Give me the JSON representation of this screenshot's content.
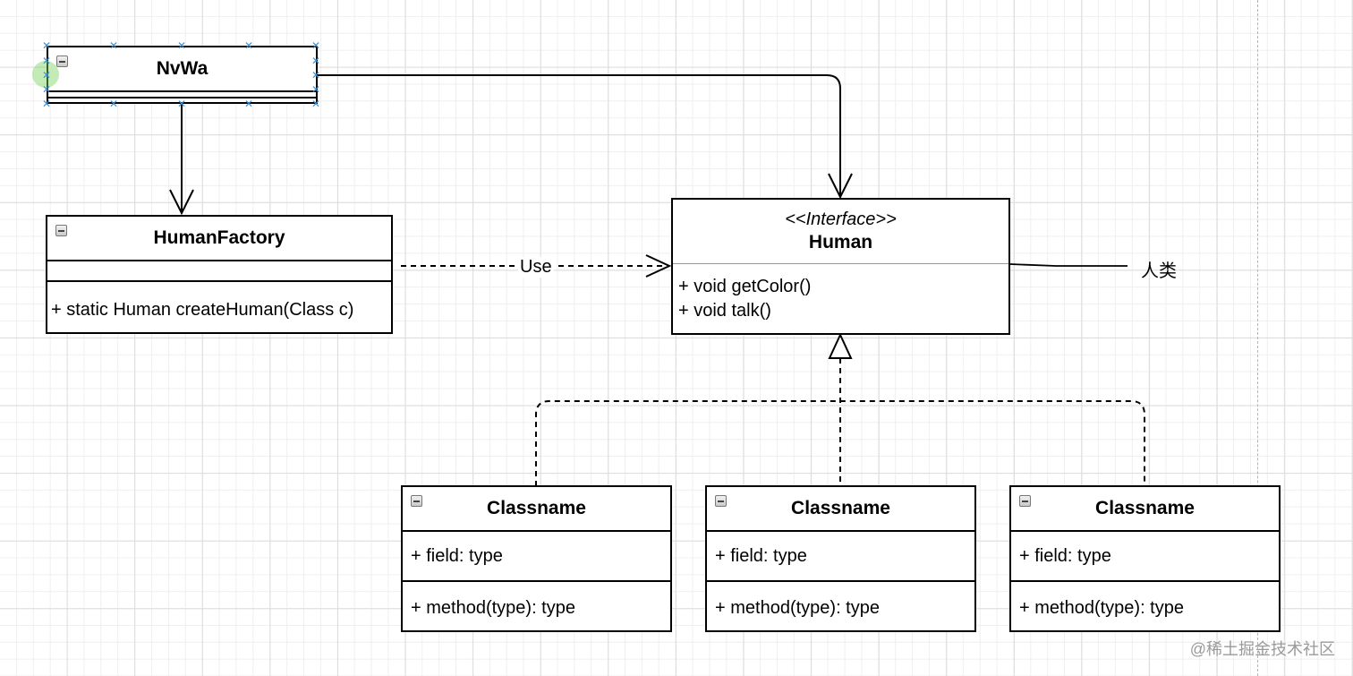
{
  "classes": {
    "nvwa": {
      "name": "NvWa"
    },
    "human_factory": {
      "name": "HumanFactory",
      "method": "+ static Human createHuman(Class c)"
    },
    "human": {
      "stereotype": "<<Interface>>",
      "name": "Human",
      "methods": [
        "+ void getColor()",
        "+ void talk()"
      ]
    },
    "implementations": [
      {
        "name": "Classname",
        "field": "+ field: type",
        "method": "+ method(type): type"
      },
      {
        "name": "Classname",
        "field": "+ field: type",
        "method": "+ method(type): type"
      },
      {
        "name": "Classname",
        "field": "+ field: type",
        "method": "+ method(type): type"
      }
    ]
  },
  "edges": {
    "use_label": "Use"
  },
  "annotation": {
    "text": "人类"
  },
  "watermark": "@稀土掘金技术社区",
  "colors": {
    "selection_handle": "#3a8fd6",
    "grid": "#dcdcdc",
    "selection_dot": "#78d25a"
  }
}
